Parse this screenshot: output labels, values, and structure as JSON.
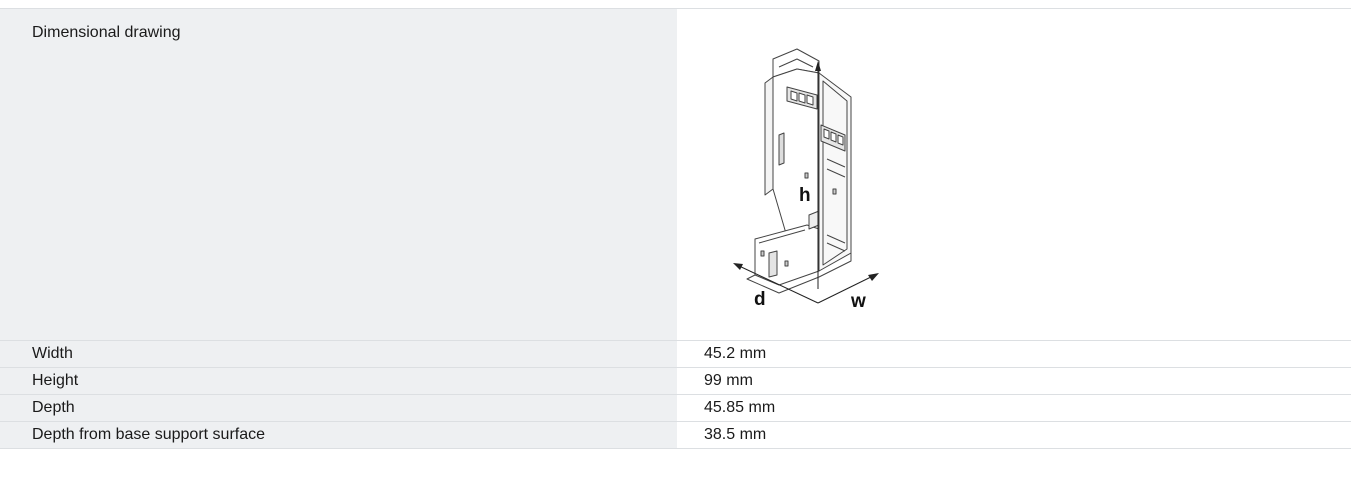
{
  "specs": {
    "drawing_label": "Dimensional drawing",
    "drawing": {
      "icon": "dimensional-drawing-icon",
      "dim_labels": {
        "height": "h",
        "depth": "d",
        "width": "w"
      }
    },
    "rows": [
      {
        "label": "Width",
        "value": "45.2 mm"
      },
      {
        "label": "Height",
        "value": "99 mm"
      },
      {
        "label": "Depth",
        "value": "45.85 mm"
      },
      {
        "label": "Depth from base support surface",
        "value": "38.5 mm"
      }
    ]
  },
  "colors": {
    "label_background": "#eef0f2",
    "divider": "#dcdfe2",
    "text": "#1a1a1a"
  }
}
